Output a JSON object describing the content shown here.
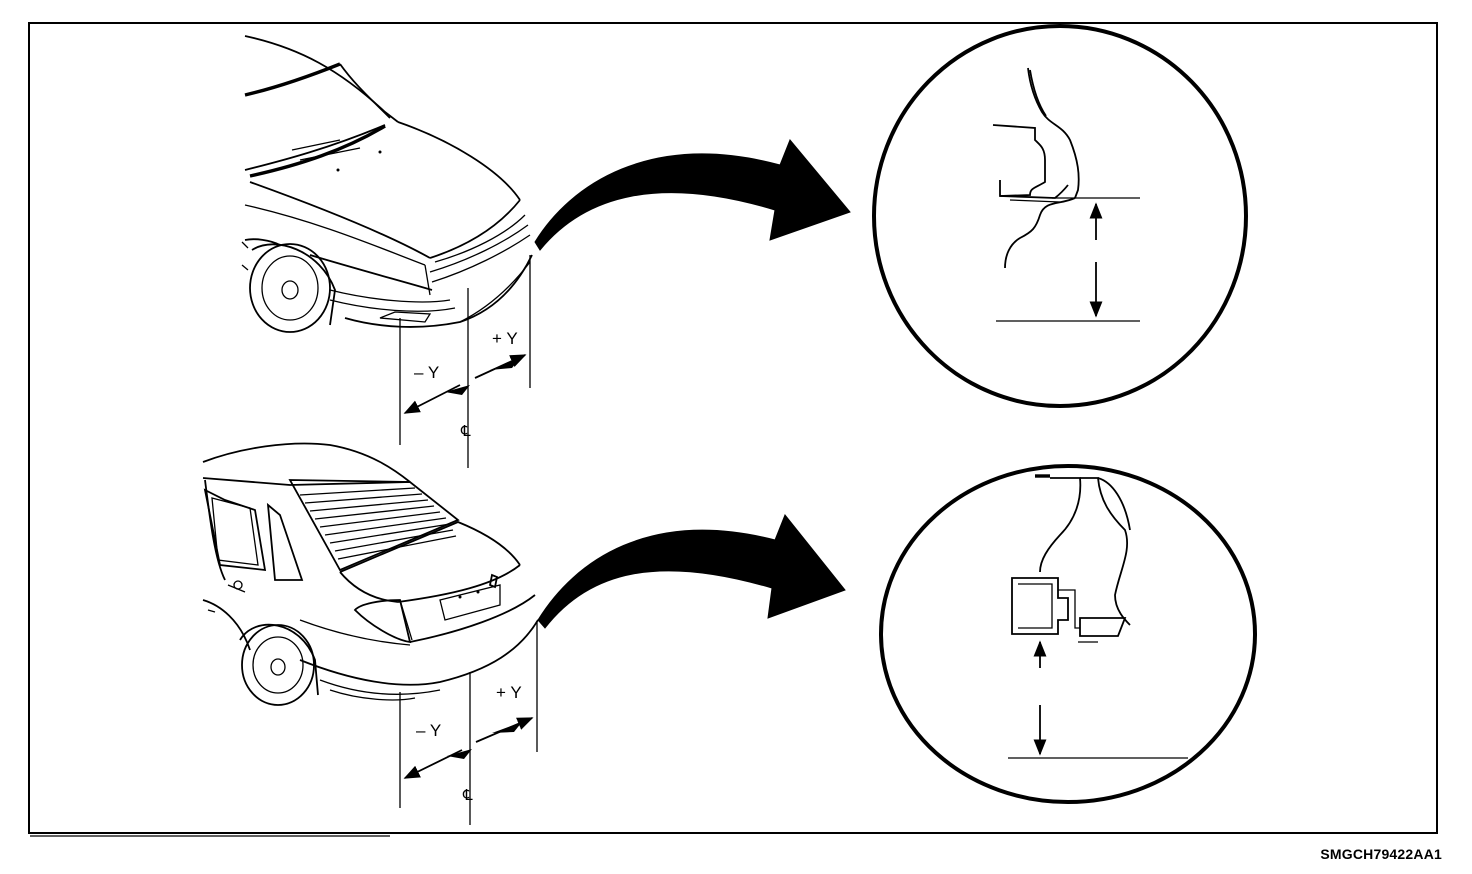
{
  "front_view": {
    "neg_label": "– Y",
    "pos_label": "+ Y",
    "centerline": "℄"
  },
  "rear_view": {
    "neg_label": "– Y",
    "pos_label": "+ Y",
    "centerline": "℄"
  },
  "figure_code": "SMGCH79422AA1",
  "colors": {
    "ink": "#000000",
    "paper": "#ffffff"
  }
}
